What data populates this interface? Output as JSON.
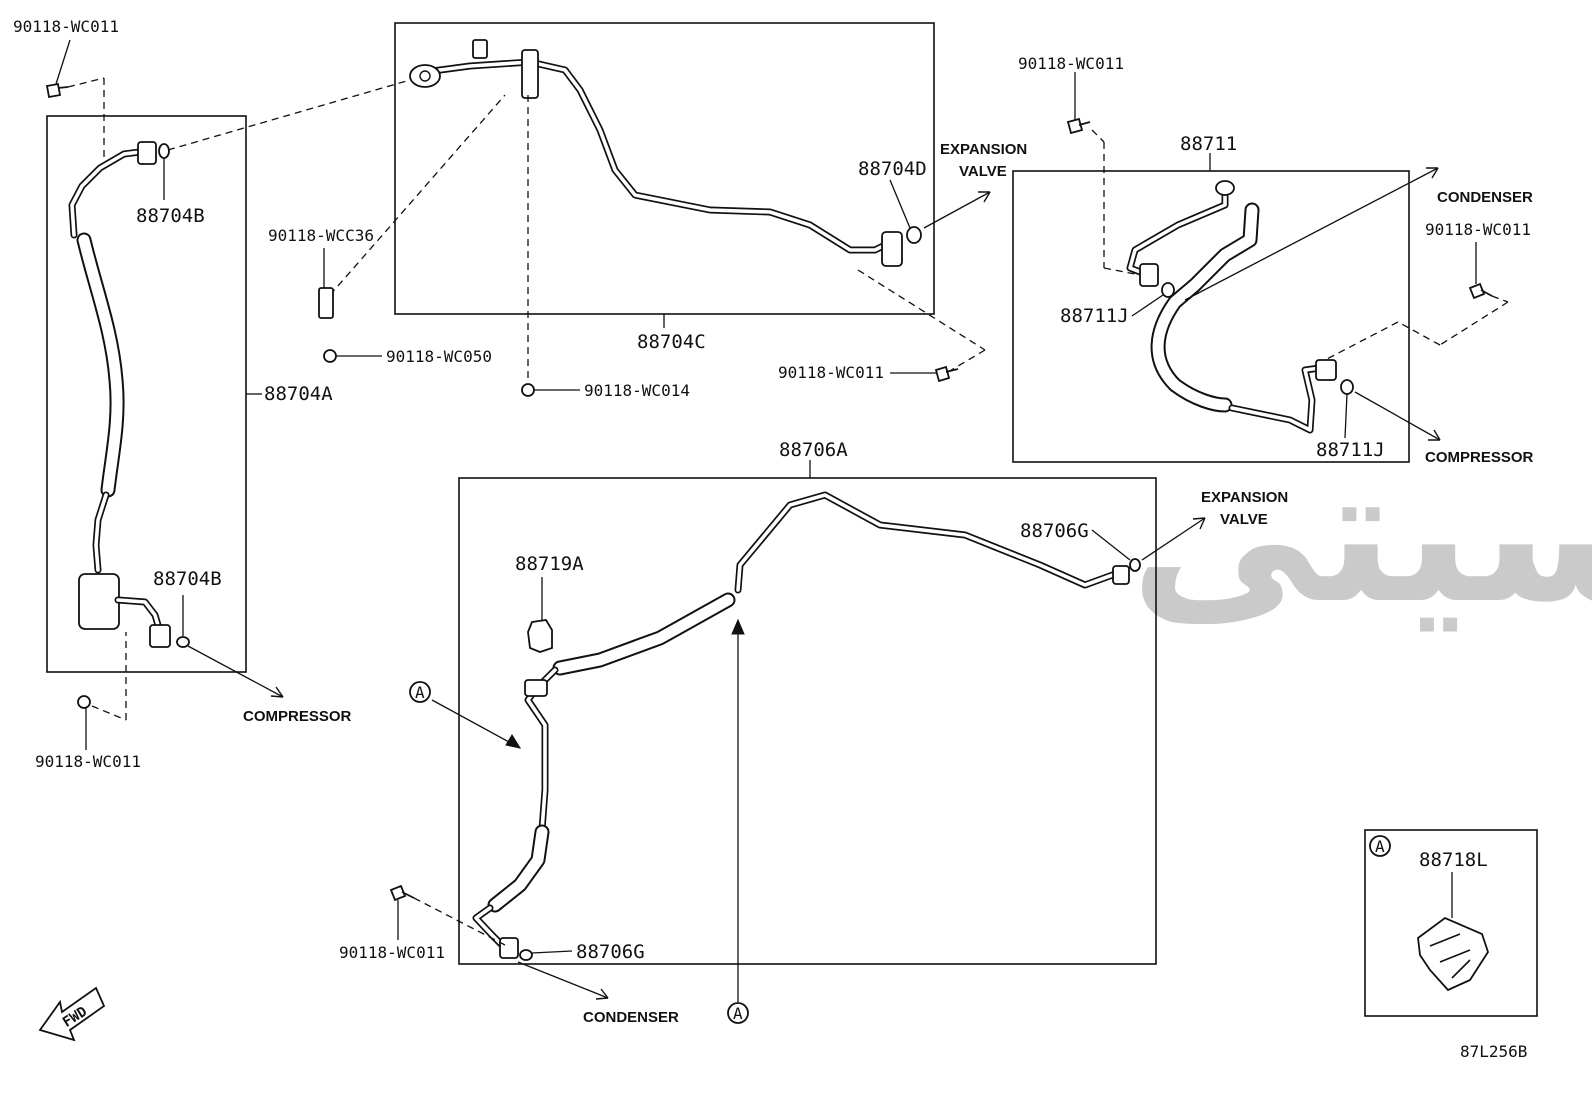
{
  "figure_code": "87L256B",
  "watermark": "ﺳﻴﺘﻰ",
  "fwd_label": "FWD",
  "callout_a": "A",
  "groups": {
    "g88704A": {
      "label": "88704A",
      "ring_upper": "88704B",
      "ring_lower": "88704B",
      "bolt_top": "90118-WC011",
      "bolt_bottom": "90118-WC011",
      "to": "COMPRESSOR"
    },
    "g88704C": {
      "label": "88704C",
      "ring": "88704D",
      "clamp_bolt": "90118-WCC36",
      "nut_left": "90118-WC050",
      "nut_center": "90118-WC014",
      "bolt_right": "90118-WC011",
      "to_line1": "EXPANSION",
      "to_line2": "VALVE"
    },
    "g88711": {
      "label": "88711",
      "ring_left": "88711J",
      "ring_right": "88711J",
      "bolt_left": "90118-WC011",
      "bolt_right": "90118-WC011",
      "to_condenser": "CONDENSER",
      "to_compressor": "COMPRESSOR"
    },
    "g88706A": {
      "label": "88706A",
      "clip": "88719A",
      "ring_right": "88706G",
      "ring_bottom": "88706G",
      "bolt_bottom": "90118-WC011",
      "to_line1": "EXPANSION",
      "to_line2": "VALVE",
      "to_condenser": "CONDENSER"
    },
    "detailA": {
      "label": "88718L"
    }
  }
}
